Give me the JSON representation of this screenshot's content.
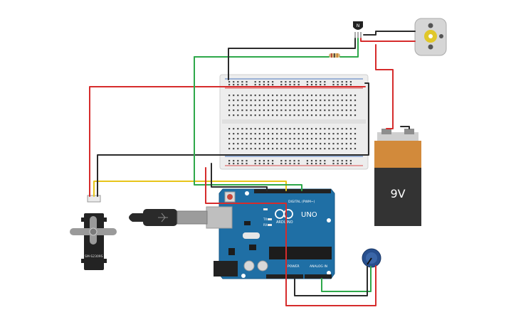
{
  "colors": {
    "wire_red": "#d62c2c",
    "wire_black": "#2b2b2b",
    "wire_green": "#2ea84a",
    "wire_yellow": "#e8c51a",
    "arduino_board": "#1f6fa5",
    "breadboard": "#f2f2f2",
    "battery_top": "#d28a3b",
    "battery_body": "#333333"
  },
  "transistor": {
    "label": "N"
  },
  "battery": {
    "label": "9V"
  },
  "servo": {
    "label": "SM-S2309S"
  },
  "arduino": {
    "brand": "ARDUINO",
    "model": "UNO",
    "digital_header": "DIGITAL (PWM~)",
    "analog_header": "ANALOG IN",
    "power_header": "POWER",
    "tx_label": "TX",
    "rx_label": "RX"
  }
}
